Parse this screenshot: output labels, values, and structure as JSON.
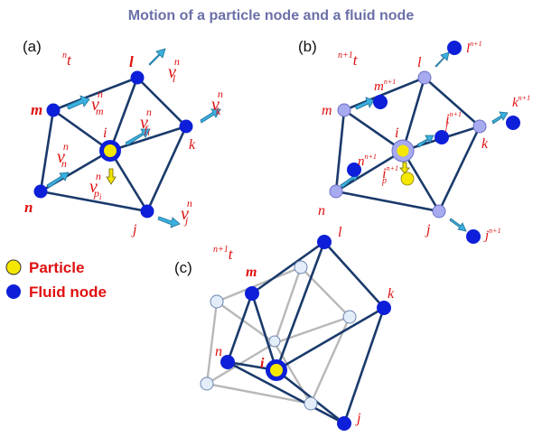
{
  "title": "Motion of a particle node and a fluid node",
  "colors": {
    "title": "#6a70a8",
    "label_red": "#e01010",
    "fluid_node": "#0d1fd8",
    "fluid_node_moved": "#a8aaf0",
    "fluid_node_old": "#e4eefa",
    "particle": "#f5e800",
    "edge": "#1a3a6b",
    "edge_old": "#b8b8b8",
    "velocity_arrow": "#3ab0e0",
    "particle_arrow": "#f3e600"
  },
  "panels": {
    "a": {
      "label": "(a)",
      "time": {
        "sup": "n",
        "base": "t"
      },
      "nodes": {
        "m": "m",
        "l": "l",
        "k": "k",
        "i": "i",
        "n": "n",
        "j": "j"
      },
      "velocities": {
        "vl": {
          "base": "v",
          "sub": "l",
          "sup": "n"
        },
        "vm": {
          "base": "v",
          "sub": "m",
          "sup": "n"
        },
        "vf": {
          "base": "v",
          "sub": "f",
          "subsub": "i",
          "sup": "n"
        },
        "vk": {
          "base": "v",
          "sub": "k",
          "sup": "n"
        },
        "vn": {
          "base": "v",
          "sub": "n",
          "sup": "n"
        },
        "vp": {
          "base": "v",
          "sub": "p",
          "subsub": "i",
          "sup": "n"
        },
        "vj": {
          "base": "v",
          "sub": "j",
          "sup": "n"
        }
      }
    },
    "b": {
      "label": "(b)",
      "time": {
        "sup": "n+1",
        "base": "t"
      },
      "nodes": {
        "l": "l",
        "l_new": "l",
        "l_new_sup": "n+1",
        "m": "m",
        "m_new": "m",
        "m_new_sup": "n+1",
        "k": "k",
        "k_new": "k",
        "k_new_sup": "n+1",
        "i": "i",
        "if_new": "i",
        "if_sub": "f",
        "if_sup": "n+1",
        "n": "n",
        "n_new": "n",
        "n_new_sup": "n+1",
        "ip_new": "i",
        "ip_sub": "p",
        "ip_sup": "n+1",
        "j": "j",
        "j_new": "j",
        "j_new_sup": "n+1"
      }
    },
    "c": {
      "label": "(c)",
      "time": {
        "sup": "n+1",
        "base": "t"
      },
      "nodes": {
        "l": "l",
        "m": "m",
        "k": "k",
        "n": "n",
        "i": "i",
        "j": "j"
      }
    }
  },
  "legend": {
    "particle": {
      "label": "Particle",
      "icon": "yellow-circle-icon"
    },
    "fluid_node": {
      "label": "Fluid node",
      "icon": "blue-circle-icon"
    }
  }
}
